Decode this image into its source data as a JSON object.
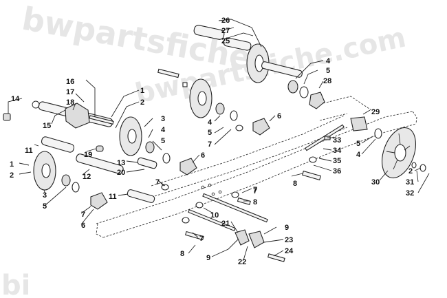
{
  "watermark": {
    "top_text": "bwpartsfiche",
    "mid_text": "bwpartsfiche.com",
    "corner_text": "bi"
  },
  "callouts": [
    {
      "id": "c-26",
      "text": "26"
    },
    {
      "id": "c-27",
      "text": "27"
    },
    {
      "id": "c-25",
      "text": "25"
    },
    {
      "id": "c-4a",
      "text": "4"
    },
    {
      "id": "c-5a",
      "text": "5"
    },
    {
      "id": "c-28",
      "text": "28"
    },
    {
      "id": "c-16",
      "text": "16"
    },
    {
      "id": "c-17",
      "text": "17"
    },
    {
      "id": "c-18",
      "text": "18"
    },
    {
      "id": "c-14",
      "text": "14"
    },
    {
      "id": "c-1a",
      "text": "1"
    },
    {
      "id": "c-2a",
      "text": "2"
    },
    {
      "id": "c-3a",
      "text": "3"
    },
    {
      "id": "c-4b",
      "text": "4"
    },
    {
      "id": "c-5b",
      "text": "5"
    },
    {
      "id": "c-6a",
      "text": "6"
    },
    {
      "id": "c-4c",
      "text": "4"
    },
    {
      "id": "c-5c",
      "text": "5"
    },
    {
      "id": "c-7a",
      "text": "7"
    },
    {
      "id": "c-15",
      "text": "15"
    },
    {
      "id": "c-29",
      "text": "29"
    },
    {
      "id": "c-33",
      "text": "33"
    },
    {
      "id": "c-34",
      "text": "34"
    },
    {
      "id": "c-35",
      "text": "35"
    },
    {
      "id": "c-36",
      "text": "36"
    },
    {
      "id": "c-5d",
      "text": "5"
    },
    {
      "id": "c-4d",
      "text": "4"
    },
    {
      "id": "c-11a",
      "text": "11"
    },
    {
      "id": "c-19",
      "text": "19"
    },
    {
      "id": "c-13",
      "text": "13"
    },
    {
      "id": "c-20",
      "text": "20"
    },
    {
      "id": "c-6b",
      "text": "6"
    },
    {
      "id": "c-1b",
      "text": "1"
    },
    {
      "id": "c-2b",
      "text": "2"
    },
    {
      "id": "c-12",
      "text": "12"
    },
    {
      "id": "c-7b",
      "text": "7"
    },
    {
      "id": "c-7c",
      "text": "7"
    },
    {
      "id": "c-8a",
      "text": "8"
    },
    {
      "id": "c-2c",
      "text": "2"
    },
    {
      "id": "c-31",
      "text": "31"
    },
    {
      "id": "c-32",
      "text": "32"
    },
    {
      "id": "c-30",
      "text": "30"
    },
    {
      "id": "c-3b",
      "text": "3"
    },
    {
      "id": "c-5e",
      "text": "5"
    },
    {
      "id": "c-11b",
      "text": "11"
    },
    {
      "id": "c-7d",
      "text": "7"
    },
    {
      "id": "c-8b",
      "text": "8"
    },
    {
      "id": "c-6c",
      "text": "6"
    },
    {
      "id": "c-7e",
      "text": "7"
    },
    {
      "id": "c-10",
      "text": "10"
    },
    {
      "id": "c-21",
      "text": "21"
    },
    {
      "id": "c-9a",
      "text": "9"
    },
    {
      "id": "c-23",
      "text": "23"
    },
    {
      "id": "c-24",
      "text": "24"
    },
    {
      "id": "c-7f",
      "text": "7"
    },
    {
      "id": "c-8c",
      "text": "8"
    },
    {
      "id": "c-9b",
      "text": "9"
    },
    {
      "id": "c-22",
      "text": "22"
    }
  ],
  "colors": {
    "line": "#222222",
    "wheel_fill": "#e8e8e8",
    "rail_fill": "#f2f2f2",
    "watermark": "#e6e6e6"
  }
}
